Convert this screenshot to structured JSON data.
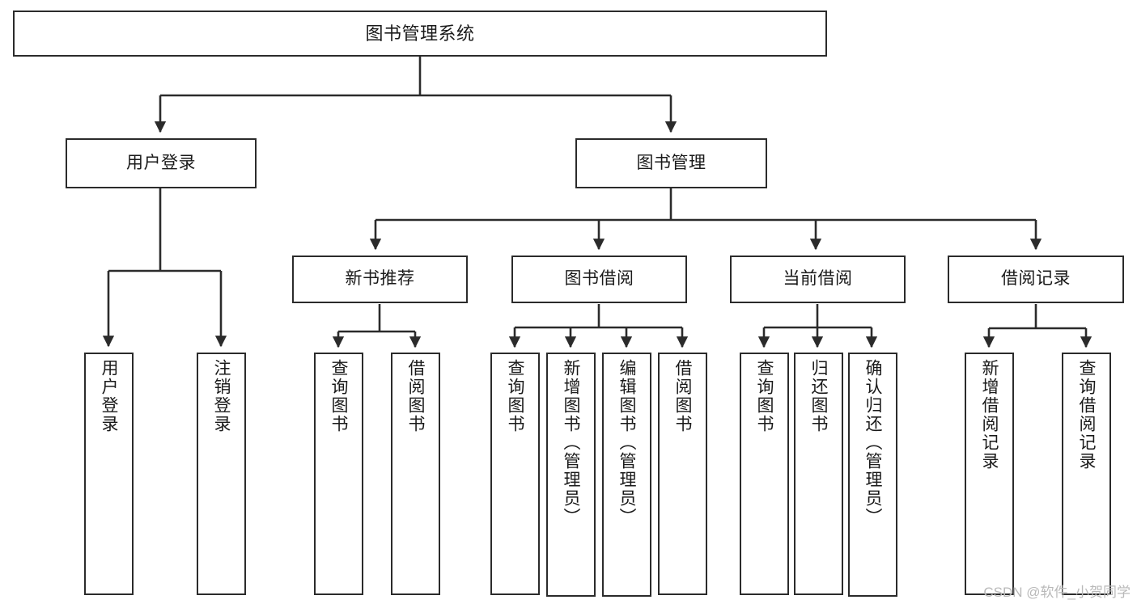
{
  "diagram": {
    "type": "tree-hierarchy",
    "title": "图书管理系统",
    "orientation": "top-down",
    "colors": {
      "box_border": "#2b2b2b",
      "box_fill": "#ffffff",
      "connector": "#2b2b2b",
      "text": "#1a1a1a",
      "watermark": "#b9b9b9",
      "background": "#ffffff"
    },
    "nodes": {
      "root": {
        "label": "图书管理系统"
      },
      "level2": [
        {
          "id": "user-login",
          "label": "用户登录"
        },
        {
          "id": "book-manage",
          "label": "图书管理"
        }
      ],
      "level3": [
        {
          "id": "new-book-rec",
          "label": "新书推荐"
        },
        {
          "id": "book-borrow",
          "label": "图书借阅"
        },
        {
          "id": "current-borrow",
          "label": "当前借阅"
        },
        {
          "id": "borrow-record",
          "label": "借阅记录"
        }
      ],
      "leaves": [
        {
          "id": "leaf-user-login",
          "parent": "user-login",
          "label": "用户登录"
        },
        {
          "id": "leaf-logout-login",
          "parent": "user-login",
          "label": "注销登录"
        },
        {
          "id": "leaf-query-book-1",
          "parent": "new-book-rec",
          "label": "查询图书"
        },
        {
          "id": "leaf-borrow-book-1",
          "parent": "new-book-rec",
          "label": "借阅图书"
        },
        {
          "id": "leaf-query-book-2",
          "parent": "book-borrow",
          "label": "查询图书"
        },
        {
          "id": "leaf-add-book",
          "parent": "book-borrow",
          "label": "新增图书（管理员）"
        },
        {
          "id": "leaf-edit-book",
          "parent": "book-borrow",
          "label": "编辑图书（管理员）"
        },
        {
          "id": "leaf-borrow-book-2",
          "parent": "book-borrow",
          "label": "借阅图书"
        },
        {
          "id": "leaf-query-book-3",
          "parent": "current-borrow",
          "label": "查询图书"
        },
        {
          "id": "leaf-return-book",
          "parent": "current-borrow",
          "label": "归还图书"
        },
        {
          "id": "leaf-confirm-return",
          "parent": "current-borrow",
          "label": "确认归还（管理员）"
        },
        {
          "id": "leaf-add-record",
          "parent": "borrow-record",
          "label": "新增借阅记录"
        },
        {
          "id": "leaf-query-record",
          "parent": "borrow-record",
          "label": "查询借阅记录"
        }
      ]
    }
  },
  "watermark": {
    "text": "CSDN @软件_小贺同学"
  }
}
